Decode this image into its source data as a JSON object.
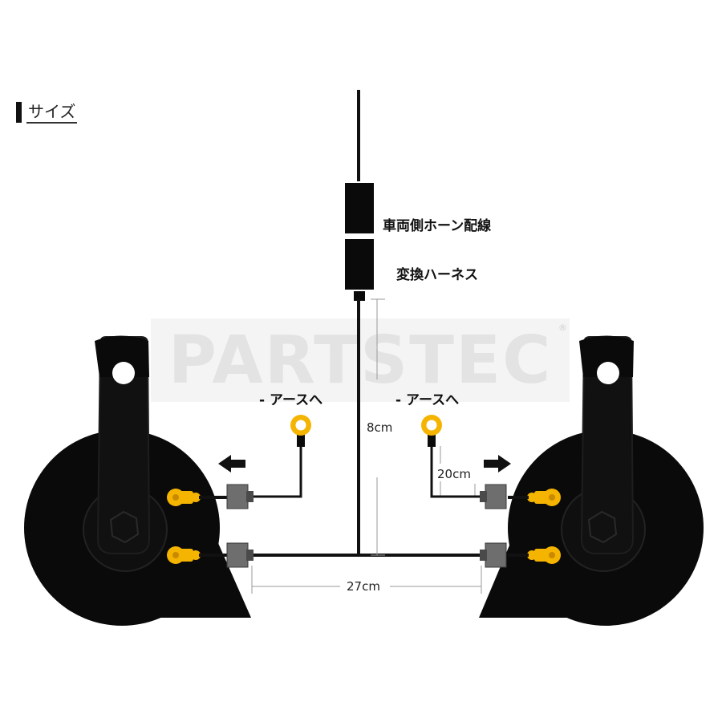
{
  "section": {
    "title": "サイズ"
  },
  "labels": {
    "vehicle_wiring": "車両側ホーン配線",
    "harness": "変換ハーネス",
    "ground_left": "- アースへ",
    "ground_right": "- アースへ"
  },
  "dimensions": {
    "vertical": "8cm",
    "ground_lead": "20cm",
    "horizontal": "27cm"
  },
  "watermark": {
    "brand": "PARTSTEC",
    "registered": "®"
  },
  "colors": {
    "horn": "#0a0a0a",
    "horn_detail": "#1c1c1c",
    "terminal": "#f5b400",
    "connector": "#6e6e6e",
    "wire": "#111111",
    "dimension_line": "#999999"
  },
  "icons": [
    "arrow-left-icon",
    "arrow-right-icon",
    "ring-terminal-icon",
    "spade-terminal-icon"
  ]
}
